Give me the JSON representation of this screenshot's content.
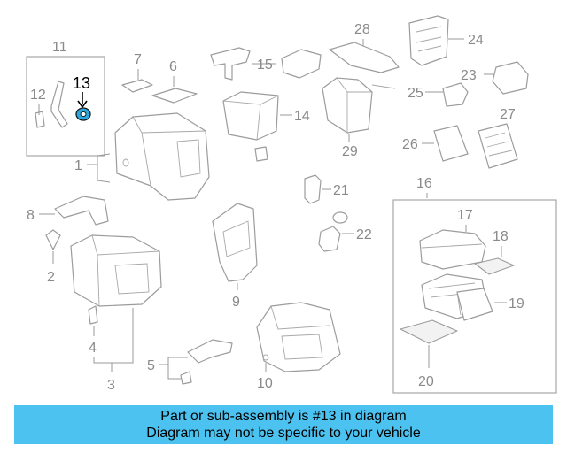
{
  "callouts": {
    "n1": "1",
    "n2": "2",
    "n3": "3",
    "n4": "4",
    "n5": "5",
    "n6": "6",
    "n7": "7",
    "n8": "8",
    "n9": "9",
    "n10": "10",
    "n11": "11",
    "n12": "12",
    "n13": "13",
    "n14": "14",
    "n15": "15",
    "n16": "16",
    "n17": "17",
    "n18": "18",
    "n19": "19",
    "n20": "20",
    "n21": "21",
    "n22": "22",
    "n23": "23",
    "n24": "24",
    "n25": "25",
    "n26": "26",
    "n27": "27",
    "n28": "28",
    "n29": "29"
  },
  "highlight": {
    "part": "13",
    "color": "#2aa8e0"
  },
  "banner": {
    "line1": "Part or sub-assembly is #13 in diagram",
    "line2": "Diagram may not be specific to your vehicle",
    "background": "#4cc2f0"
  }
}
